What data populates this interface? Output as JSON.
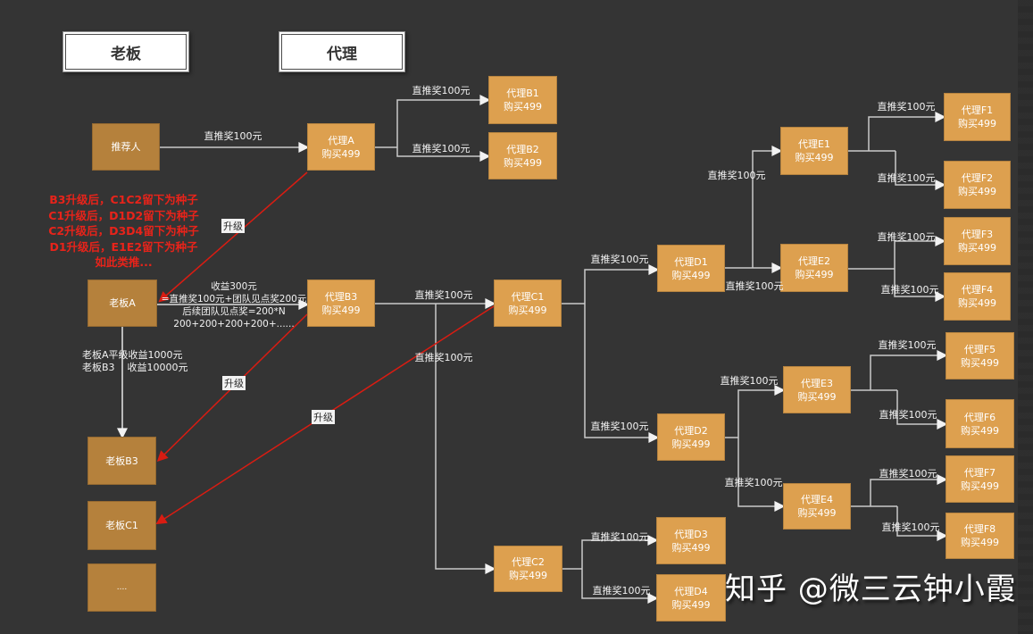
{
  "legend": {
    "boss": "老板",
    "agent": "代理"
  },
  "labels": {
    "direct_reward": "直推奖100元",
    "upgrade": "升级"
  },
  "nodes": {
    "referrer": {
      "title": "推荐人"
    },
    "bossA": {
      "title": "老板A"
    },
    "bossB3": {
      "title": "老板B3"
    },
    "bossC1": {
      "title": "老板C1"
    },
    "bossMore": {
      "title": "...."
    },
    "agentA": {
      "title": "代理A",
      "sub": "购买499"
    },
    "agentB1": {
      "title": "代理B1",
      "sub": "购买499"
    },
    "agentB2": {
      "title": "代理B2",
      "sub": "购买499"
    },
    "agentB3": {
      "title": "代理B3",
      "sub": "购买499"
    },
    "agentC1": {
      "title": "代理C1",
      "sub": "购买499"
    },
    "agentC2": {
      "title": "代理C2",
      "sub": "购买499"
    },
    "agentD1": {
      "title": "代理D1",
      "sub": "购买499"
    },
    "agentD2": {
      "title": "代理D2",
      "sub": "购买499"
    },
    "agentD3": {
      "title": "代理D3",
      "sub": "购买499"
    },
    "agentD4": {
      "title": "代理D4",
      "sub": "购买499"
    },
    "agentE1": {
      "title": "代理E1",
      "sub": "购买499"
    },
    "agentE2": {
      "title": "代理E2",
      "sub": "购买499"
    },
    "agentE3": {
      "title": "代理E3",
      "sub": "购买499"
    },
    "agentE4": {
      "title": "代理E4",
      "sub": "购买499"
    },
    "agentF1": {
      "title": "代理F1",
      "sub": "购买499"
    },
    "agentF2": {
      "title": "代理F2",
      "sub": "购买499"
    },
    "agentF3": {
      "title": "代理F3",
      "sub": "购买499"
    },
    "agentF4": {
      "title": "代理F4",
      "sub": "购买499"
    },
    "agentF5": {
      "title": "代理F5",
      "sub": "购买499"
    },
    "agentF6": {
      "title": "代理F6",
      "sub": "购买499"
    },
    "agentF7": {
      "title": "代理F7",
      "sub": "购买499"
    },
    "agentF8": {
      "title": "代理F8",
      "sub": "购买499"
    }
  },
  "edges": [
    {
      "from": "referrer",
      "to": "agentA",
      "label": "直推奖100元"
    },
    {
      "from": "agentA",
      "to": "agentB1",
      "label": "直推奖100元"
    },
    {
      "from": "agentA",
      "to": "agentB2",
      "label": "直推奖100元"
    },
    {
      "from": "bossA",
      "to": "agentB3",
      "label": ""
    },
    {
      "from": "bossA",
      "to": "bossB3",
      "label": ""
    },
    {
      "from": "agentB3",
      "to": "agentC1",
      "label": "直推奖100元"
    },
    {
      "from": "agentB3",
      "to": "agentC2",
      "label": "直推奖100元"
    },
    {
      "from": "agentC1",
      "to": "agentD1",
      "label": "直推奖100元"
    },
    {
      "from": "agentC1",
      "to": "agentD2",
      "label": "直推奖100元"
    },
    {
      "from": "agentC2",
      "to": "agentD3",
      "label": "直推奖100元"
    },
    {
      "from": "agentC2",
      "to": "agentD4",
      "label": "直推奖100元"
    },
    {
      "from": "agentD1",
      "to": "agentE1",
      "label": "直推奖100元"
    },
    {
      "from": "agentD1",
      "to": "agentE2",
      "label": "直推奖100元"
    },
    {
      "from": "agentD2",
      "to": "agentE3",
      "label": "直推奖100元"
    },
    {
      "from": "agentD2",
      "to": "agentE4",
      "label": "直推奖100元"
    },
    {
      "from": "agentE1",
      "to": "agentF1",
      "label": "直推奖100元"
    },
    {
      "from": "agentE1",
      "to": "agentF2",
      "label": "直推奖100元"
    },
    {
      "from": "agentE2",
      "to": "agentF3",
      "label": "直推奖100元"
    },
    {
      "from": "agentE2",
      "to": "agentF4",
      "label": "直推奖100元"
    },
    {
      "from": "agentE3",
      "to": "agentF5",
      "label": "直推奖100元"
    },
    {
      "from": "agentE3",
      "to": "agentF6",
      "label": "直推奖100元"
    },
    {
      "from": "agentE4",
      "to": "agentF7",
      "label": "直推奖100元"
    },
    {
      "from": "agentE4",
      "to": "agentF8",
      "label": "直推奖100元"
    },
    {
      "from": "agentA",
      "to": "bossA",
      "label": "升级"
    },
    {
      "from": "agentB3",
      "to": "bossB3",
      "label": "升级"
    },
    {
      "from": "agentC1",
      "to": "bossC1",
      "label": "升级"
    }
  ],
  "notes": {
    "seed_lines": [
      "B3升级后，C1C2留下为种子",
      "C1升级后，D1D2留下为种子",
      "C2升级后，D3D4留下为种子",
      "D1升级后，E1E2留下为种子",
      "如此类推..."
    ],
    "income_line1": "收益300元",
    "income_line2": "=直推奖100元+团队见点奖200元",
    "income_line3": "后续团队见点奖=200*N",
    "income_line4": "200+200+200+200+......",
    "peer_line1": "老板A平级收益1000元",
    "peer_line2_left": "老板B3",
    "peer_line2_right": "收益10000元"
  },
  "watermark": "知乎 @微三云钟小霞",
  "colors": {
    "background": "#343434",
    "boss_box": "#b5813c",
    "agent_box": "#dda04f",
    "connector": "#c9c9c9",
    "upgrade_line": "#d91c12",
    "note_red": "#e8231a"
  }
}
